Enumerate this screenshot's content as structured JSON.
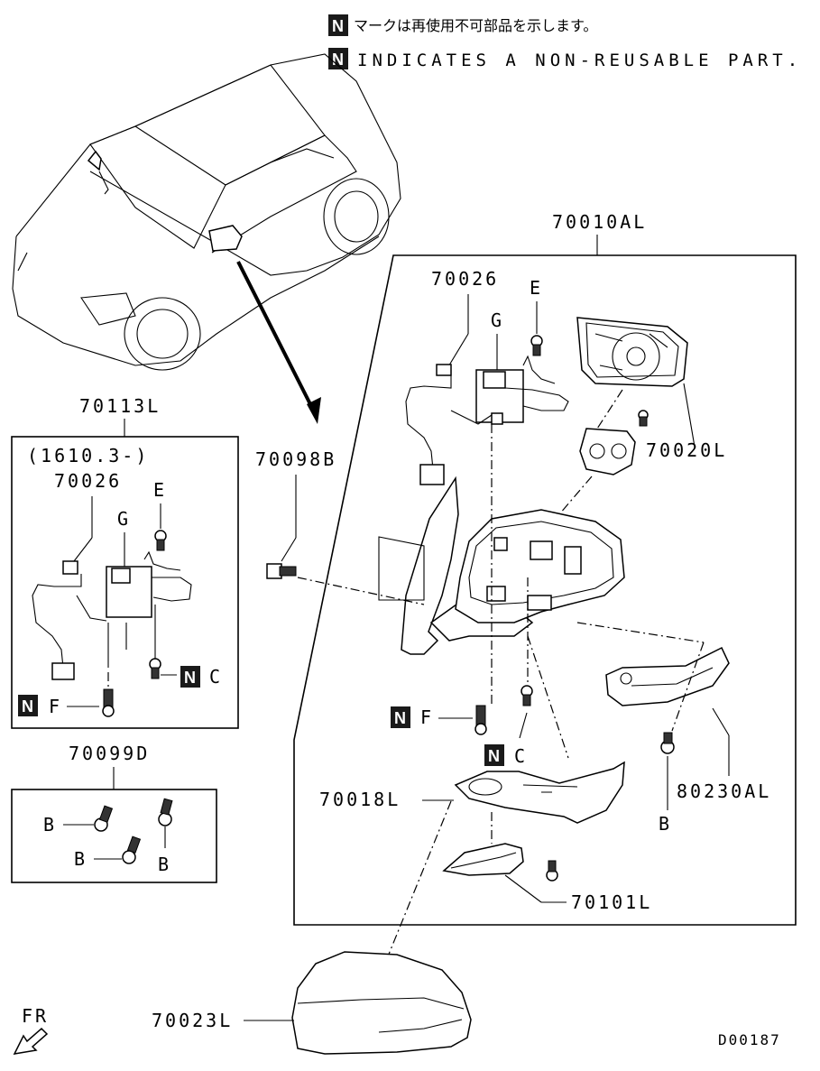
{
  "header": {
    "badge_letter": "N",
    "note_jp": "マークは再使用不可部品を示します。",
    "note_en": "INDICATES A NON-REUSABLE PART."
  },
  "labels": {
    "assembly_outer_mirror": "70010AL",
    "actuator_outer": "70026",
    "screw_e_outer": "E",
    "connector_g_outer": "G",
    "mirror_glass": "70020L",
    "kit_70113": "70113L",
    "date_range": "(1610.3-)",
    "actuator_inner": "70026",
    "screw_e_inner": "E",
    "connector_g_inner": "G",
    "clip_c_inner": "C",
    "screw_f_inner": "F",
    "bolt_70098": "70098B",
    "screw_f_outer": "F",
    "clip_c_outer": "C",
    "cover_lower": "70018L",
    "turn_lamp": "80230AL",
    "screw_b_lamp": "B",
    "kit_70099": "70099D",
    "screw_b1": "B",
    "screw_b2": "B",
    "screw_b3": "B",
    "bracket_lower": "70101L",
    "mirror_cap": "70023L",
    "front_indicator": "FR",
    "diagram_code": "D00187"
  }
}
